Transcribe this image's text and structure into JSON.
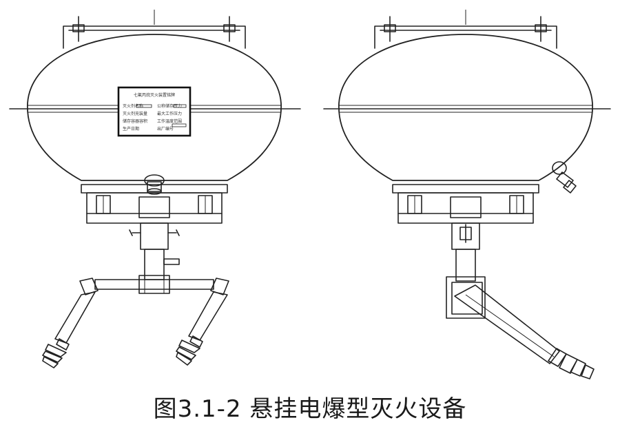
{
  "figure": {
    "caption": "图3.1-2 悬挂电爆型灭火设备"
  },
  "nameplate": {
    "title": "七氟丙烷灭火装置铭牌",
    "rows": [
      [
        "灭火剂名称",
        "公称储存压力"
      ],
      [
        "灭火剂充装量",
        "最大工作压力"
      ],
      [
        "储存容器容积",
        "工作温度范围"
      ],
      [
        "生产日期",
        "出厂编号"
      ]
    ]
  }
}
